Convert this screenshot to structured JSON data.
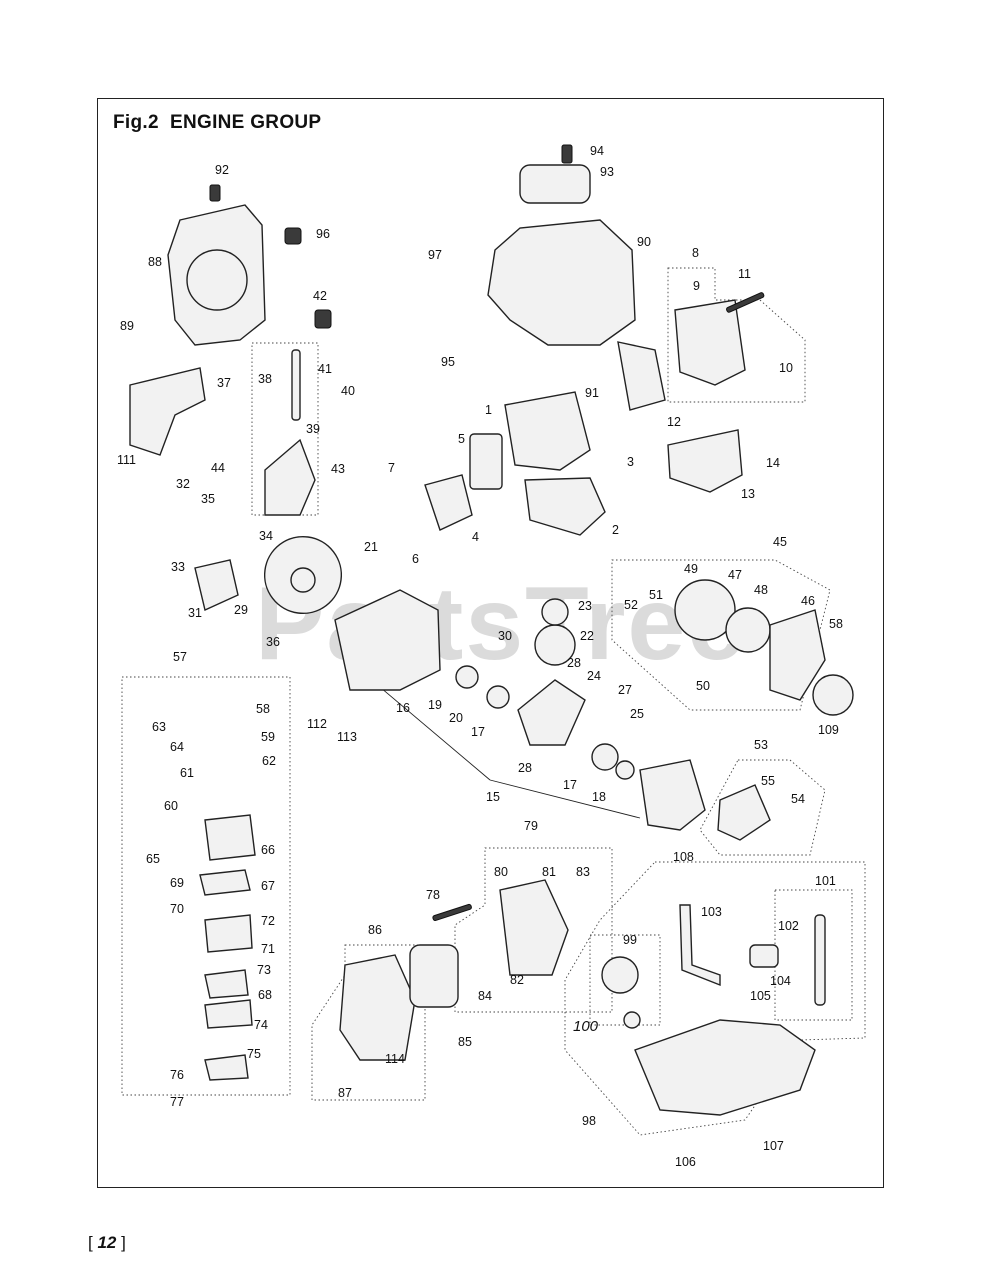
{
  "figure": {
    "title": "Fig.2  ENGINE GROUP"
  },
  "watermark": "PartsTree",
  "page": {
    "open": "[",
    "number": "12",
    "close": "]"
  },
  "labels": [
    {
      "text": "94"
    },
    {
      "text": "93"
    },
    {
      "text": "92"
    },
    {
      "text": "96"
    },
    {
      "text": "88"
    },
    {
      "text": "89"
    },
    {
      "text": "97"
    },
    {
      "text": "42"
    },
    {
      "text": "90"
    },
    {
      "text": "8"
    },
    {
      "text": "11"
    },
    {
      "text": "9"
    },
    {
      "text": "10"
    },
    {
      "text": "37"
    },
    {
      "text": "38"
    },
    {
      "text": "41"
    },
    {
      "text": "40"
    },
    {
      "text": "95"
    },
    {
      "text": "91"
    },
    {
      "text": "12"
    },
    {
      "text": "111"
    },
    {
      "text": "39"
    },
    {
      "text": "1"
    },
    {
      "text": "5"
    },
    {
      "text": "3"
    },
    {
      "text": "14"
    },
    {
      "text": "44"
    },
    {
      "text": "43"
    },
    {
      "text": "7"
    },
    {
      "text": "13"
    },
    {
      "text": "32"
    },
    {
      "text": "35"
    },
    {
      "text": "4"
    },
    {
      "text": "2"
    },
    {
      "text": "34"
    },
    {
      "text": "6"
    },
    {
      "text": "21"
    },
    {
      "text": "45"
    },
    {
      "text": "33"
    },
    {
      "text": "49"
    },
    {
      "text": "47"
    },
    {
      "text": "48"
    },
    {
      "text": "51"
    },
    {
      "text": "46"
    },
    {
      "text": "52"
    },
    {
      "text": "31"
    },
    {
      "text": "29"
    },
    {
      "text": "23"
    },
    {
      "text": "58"
    },
    {
      "text": "36"
    },
    {
      "text": "30"
    },
    {
      "text": "22"
    },
    {
      "text": "57"
    },
    {
      "text": "28"
    },
    {
      "text": "24"
    },
    {
      "text": "50"
    },
    {
      "text": "27"
    },
    {
      "text": "109"
    },
    {
      "text": "58"
    },
    {
      "text": "63"
    },
    {
      "text": "16"
    },
    {
      "text": "19"
    },
    {
      "text": "20"
    },
    {
      "text": "17"
    },
    {
      "text": "25"
    },
    {
      "text": "59"
    },
    {
      "text": "112"
    },
    {
      "text": "64"
    },
    {
      "text": "113"
    },
    {
      "text": "53"
    },
    {
      "text": "61"
    },
    {
      "text": "28"
    },
    {
      "text": "55"
    },
    {
      "text": "62"
    },
    {
      "text": "17"
    },
    {
      "text": "54"
    },
    {
      "text": "60"
    },
    {
      "text": "15"
    },
    {
      "text": "18"
    },
    {
      "text": "79"
    },
    {
      "text": "66"
    },
    {
      "text": "65"
    },
    {
      "text": "67"
    },
    {
      "text": "108"
    },
    {
      "text": "80"
    },
    {
      "text": "81"
    },
    {
      "text": "83"
    },
    {
      "text": "69"
    },
    {
      "text": "101"
    },
    {
      "text": "78"
    },
    {
      "text": "70"
    },
    {
      "text": "72"
    },
    {
      "text": "103"
    },
    {
      "text": "102"
    },
    {
      "text": "86"
    },
    {
      "text": "99"
    },
    {
      "text": "71"
    },
    {
      "text": "84"
    },
    {
      "text": "82"
    },
    {
      "text": "104"
    },
    {
      "text": "73"
    },
    {
      "text": "105"
    },
    {
      "text": "68"
    },
    {
      "text": "100"
    },
    {
      "text": "74"
    },
    {
      "text": "85"
    },
    {
      "text": "114"
    },
    {
      "text": "75"
    },
    {
      "text": "76"
    },
    {
      "text": "87"
    },
    {
      "text": "98"
    },
    {
      "text": "107"
    },
    {
      "text": "77"
    },
    {
      "text": "106"
    }
  ]
}
